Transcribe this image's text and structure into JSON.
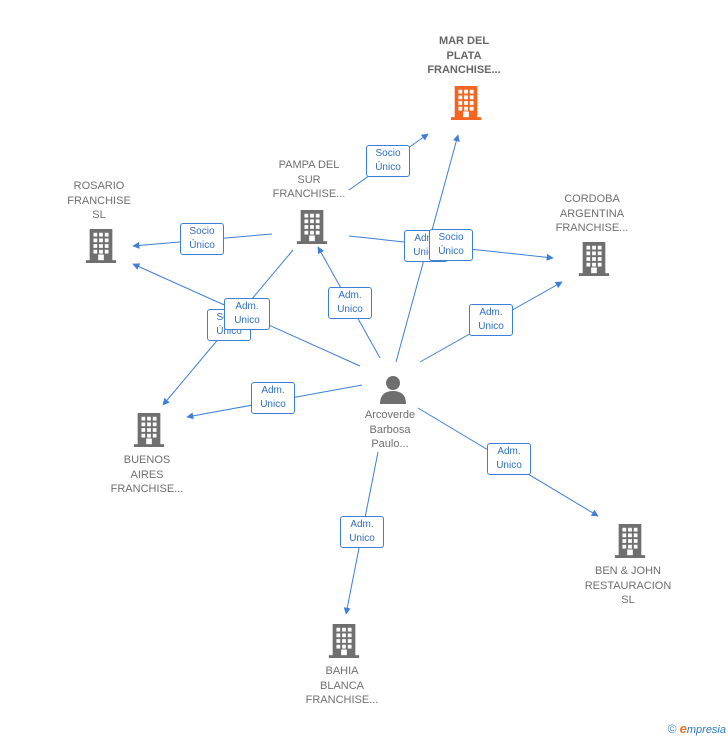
{
  "nodes": {
    "mar_del_plata": {
      "label": "MAR DEL\nPLATA\nFRANCHISE..."
    },
    "pampa_del_sur": {
      "label": "PAMPA DEL\nSUR\nFRANCHISE..."
    },
    "rosario": {
      "label": "ROSARIO\nFRANCHISE\nSL"
    },
    "cordoba": {
      "label": "CORDOBA\nARGENTINA\nFRANCHISE..."
    },
    "buenos_aires": {
      "label": "BUENOS\nAIRES\nFRANCHISE..."
    },
    "ben_john": {
      "label": "BEN & JOHN\nRESTAURACION\nSL"
    },
    "bahia_blanca": {
      "label": "BAHIA\nBLANCA\nFRANCHISE..."
    },
    "person": {
      "label": "Arcoverde\nBarbosa\nPaulo..."
    }
  },
  "edge_labels": {
    "pampa_mar_socio": "Socio\nÚnico",
    "pampa_rosario_socio": "Socio\nÚnico",
    "pampa_cordoba_adm": "Adm.\nUnico",
    "pampa_cordoba_socio": "Socio\nÚnico",
    "pampa_buenos_socio": "Socio\nÚnico",
    "person_rosario_adm": "Adm.\nUnico",
    "person_pampa_adm": "Adm.\nUnico",
    "person_cordoba_adm": "Adm.\nUnico",
    "person_buenos_adm": "Adm.\nUnico",
    "person_benjohn_adm": "Adm.\nUnico",
    "person_bahia_adm": "Adm.\nUnico"
  },
  "colors": {
    "edge": "#3d7fd6",
    "main_company": "#f26522",
    "company": "#6f6f6f",
    "person": "#6f6f6f"
  },
  "icons": {
    "company": "building-icon",
    "person": "person-icon"
  },
  "footer": {
    "copyright": "©",
    "brand_initial": "e",
    "brand_rest": "mpresia"
  }
}
